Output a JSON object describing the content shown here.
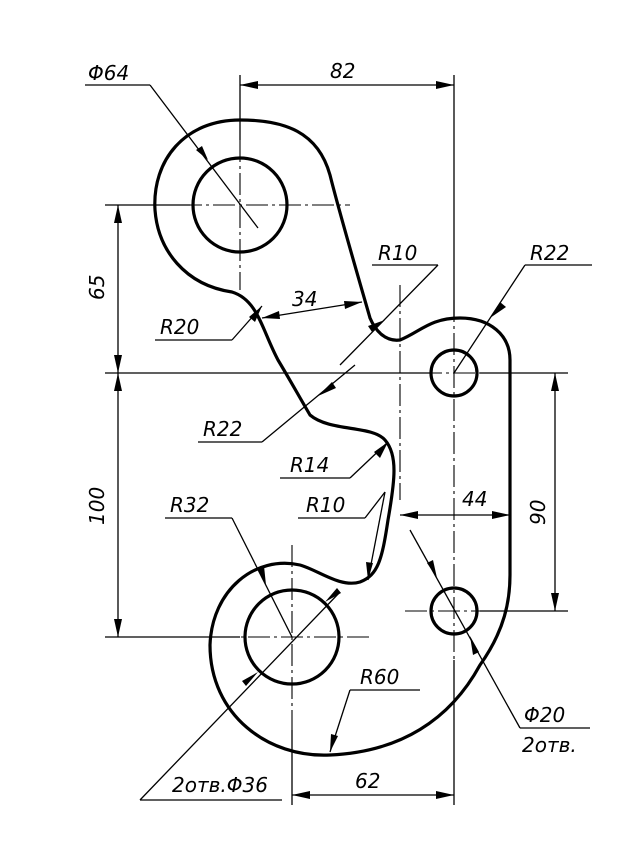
{
  "labels": {
    "dia64": "Φ64",
    "dim82": "82",
    "dim65": "65",
    "r10_top": "R10",
    "r22_right": "R22",
    "dim34": "34",
    "r20": "R20",
    "r22_left": "R22",
    "r14": "R14",
    "dim100": "100",
    "r32": "R32",
    "r10_mid": "R10",
    "dim44": "44",
    "dim90": "90",
    "r60": "R60",
    "dia20": "Φ20",
    "holes2": "2отв.",
    "holes2_dia36": "2отв.Φ36",
    "dim62": "62"
  }
}
